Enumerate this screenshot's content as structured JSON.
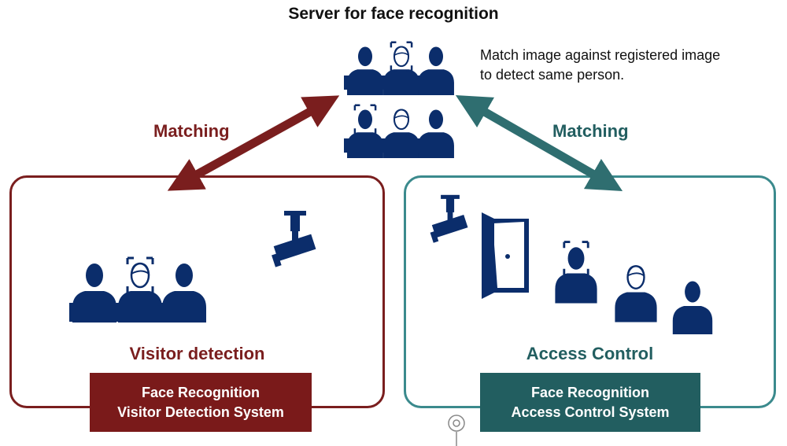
{
  "title": "Server for face recognition",
  "description": "Match image against registered image to detect same person.",
  "arrows": {
    "left_label": "Matching",
    "right_label": "Matching",
    "left_color": "#7a1e1e",
    "right_color": "#2f6e70"
  },
  "visitor": {
    "title": "Visitor detection",
    "label_line1": "Face Recognition",
    "label_line2": "Visitor Detection System",
    "color": "#7a1e1e"
  },
  "access": {
    "title": "Access Control",
    "label_line1": "Face Recognition",
    "label_line2": "Access Control System",
    "color": "#225e60"
  },
  "icons": [
    "person-icon",
    "face-frame-icon",
    "security-camera-icon",
    "door-icon",
    "rotate-icon"
  ],
  "icon_color": "#0b2d6b"
}
